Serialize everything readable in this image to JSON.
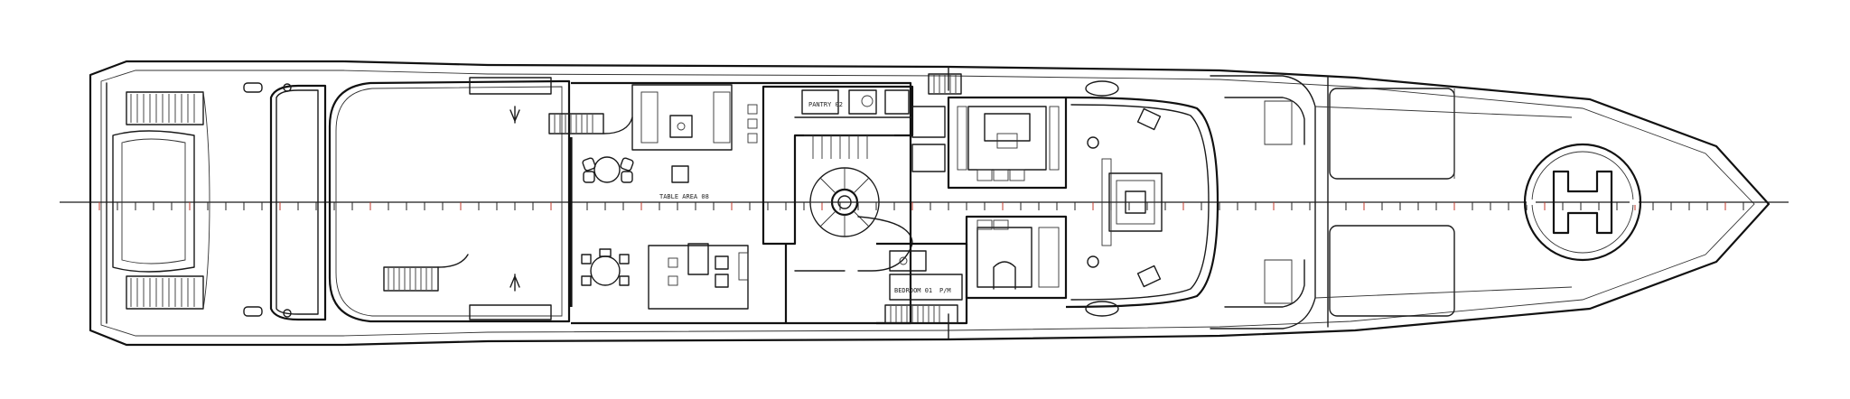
{
  "drawing": {
    "kind": "yacht deck general arrangement plan",
    "centerline_color": "#1a1a1a",
    "tick_accent_color": "#c0392b",
    "line_color": "#1a1a1a",
    "background": "#ffffff"
  },
  "labels": {
    "dining_note": "TABLE AREA 08",
    "upper_stair_note": "PANTRY 02",
    "lower_cabin_note": "BEDROOM 01",
    "lower_cabin_suffix": "P/M"
  },
  "icons": {
    "helipad": "helipad-h-icon",
    "spiral_stair": "spiral-staircase-icon"
  }
}
